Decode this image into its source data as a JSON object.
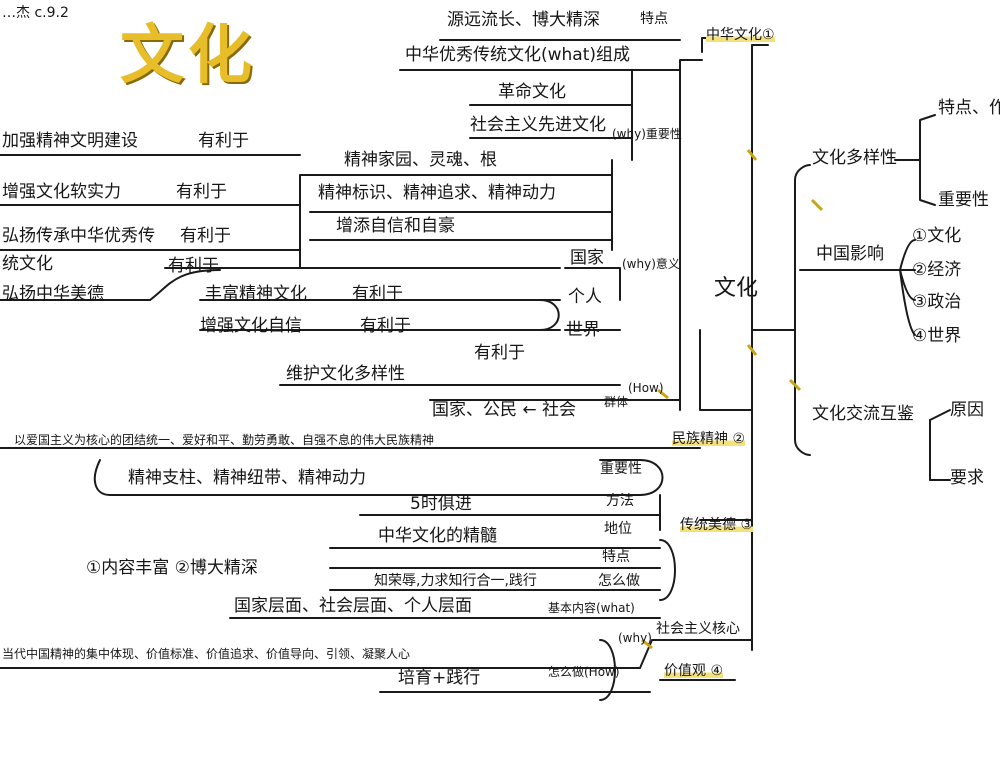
{
  "header": {
    "author": "…杰 c.9.2",
    "title": "文化"
  },
  "branches": {
    "b1": {
      "label": "中华文化①",
      "items": {
        "feature": "源远流长、博大精深",
        "feature_tag": "特点",
        "composition": "中华优秀传统文化(what)组成",
        "revolution": "革命文化",
        "socialist": "社会主义先进文化",
        "importance_tag": "(why)重要性",
        "imp_1": "精神家园、灵魂、根",
        "imp_2": "精神标识、精神追求、精神动力",
        "imp_3": "增添自信和自豪",
        "meaning_tag": "(why)意义",
        "country": "国家",
        "person": "个人",
        "world": "世界",
        "left_1": "加强精神文明建设",
        "left_1b": "有利于",
        "left_2": "增强文化软实力",
        "left_2b": "有利于",
        "left_3": "弘扬传承中华优秀传",
        "left_3b": "有利于",
        "left_3c": "统文化",
        "left_4": "弘扬中华美德",
        "left_4b": "有利于",
        "person_1": "丰富精神文化",
        "person_1b": "有利于",
        "person_2": "增强文化自信",
        "person_2b": "有利于",
        "world_1": "维护文化多样性",
        "world_1b": "有利于",
        "how_tag": "(How)",
        "how": "国家、公民 ← 社会",
        "how_b": "群体"
      }
    },
    "b2": {
      "label": "民族精神 ②",
      "items": {
        "desc": "以爱国主义为核心的团结统一、爱好和平、勤劳勇敢、自强不息的伟大民族精神",
        "importance_tag": "重要性",
        "importance": "精神支柱、精神纽带、精神动力",
        "method_tag": "方法",
        "method": "5时俱进"
      }
    },
    "b3": {
      "label": "传统美德 ③",
      "items": {
        "status_tag": "地位",
        "status": "中华文化的精髓",
        "features_tag": "特点",
        "features": "①内容丰富 ②博大精深",
        "how_tag": "怎么做",
        "how": "知荣辱,力求知行合一,践行"
      }
    },
    "b4": {
      "label": "价值观 ④",
      "tag": "社会主义核心",
      "items": {
        "content_tag": "基本内容(what)",
        "content": "国家层面、社会层面、个人层面",
        "why_tag": "(why)",
        "why": "当代中国精神的集中体现、价值标准、价值追求、价值导向、引领、凝聚人心",
        "how_tag": "怎么做(How)",
        "how": "培育+践行"
      }
    },
    "right": {
      "diversity": "文化多样性",
      "diversity_sub": [
        "特点、作用",
        "重要性"
      ],
      "impact": "中国影响",
      "impact_items": [
        "①文化",
        "②经济",
        "③政治",
        "④世界"
      ],
      "exchange": "文化交流互鉴",
      "exchange_sub": [
        "原因",
        "要求"
      ]
    }
  },
  "root": "文化"
}
